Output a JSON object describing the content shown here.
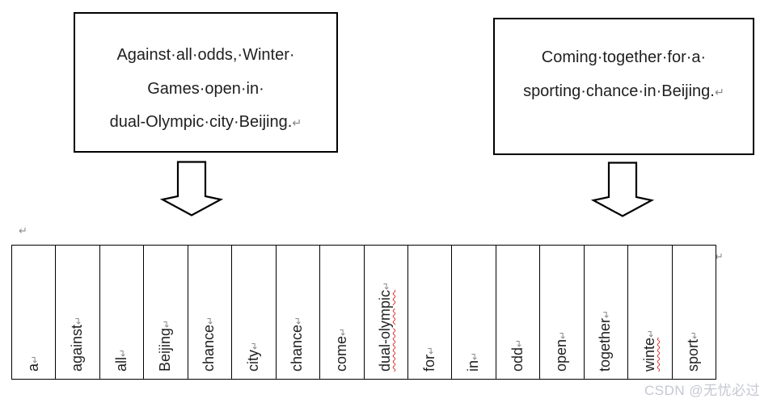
{
  "colors": {
    "text": "#1f1f1f",
    "border": "#000000",
    "formatting_mark": "#8a8a8a",
    "spellcheck_underline": "#e03030",
    "watermark": "#c6c8d2"
  },
  "marks": {
    "pilcrow": "↵"
  },
  "boxes": {
    "left": {
      "lines": [
        "Against·all·odds,·Winter·",
        "Games·open·in·",
        "dual-Olympic·city·Beijing."
      ]
    },
    "right": {
      "lines": [
        "Coming·together·for·a·",
        "sporting·chance·in·Beijing."
      ]
    }
  },
  "arrows": [
    {
      "icon": "down-arrow"
    },
    {
      "icon": "down-arrow"
    }
  ],
  "table": {
    "cells": [
      {
        "word": "a",
        "misspelled": false
      },
      {
        "word": "against",
        "misspelled": false
      },
      {
        "word": "all",
        "misspelled": false
      },
      {
        "word": "Beijing",
        "misspelled": false
      },
      {
        "word": "chance",
        "misspelled": false
      },
      {
        "word": "city",
        "misspelled": false
      },
      {
        "word": "chance",
        "misspelled": false
      },
      {
        "word": "come",
        "misspelled": false
      },
      {
        "word": "dual-olympic",
        "misspelled": true
      },
      {
        "word": "for",
        "misspelled": false
      },
      {
        "word": "in",
        "misspelled": false
      },
      {
        "word": "odd",
        "misspelled": false
      },
      {
        "word": "open",
        "misspelled": false
      },
      {
        "word": "together",
        "misspelled": false
      },
      {
        "word": "winte",
        "misspelled": true
      },
      {
        "word": "sport",
        "misspelled": false
      }
    ]
  },
  "watermark": {
    "text": "CSDN @无忧必过"
  }
}
